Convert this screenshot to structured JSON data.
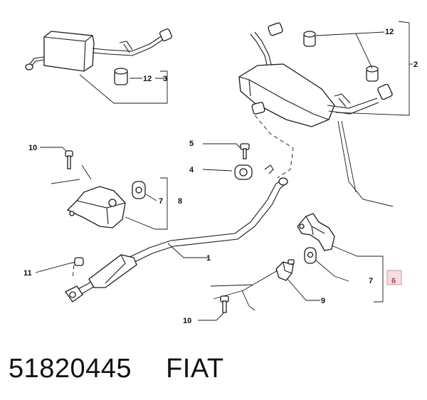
{
  "callouts": {
    "c1": "1",
    "c2": "2",
    "c3": "3",
    "c4": "4",
    "c5": "5",
    "c6": "6",
    "c7a": "7",
    "c7b": "7",
    "c8": "8",
    "c9": "9",
    "c10a": "10",
    "c10b": "10",
    "c11": "11",
    "c12a": "12",
    "c12b": "12"
  },
  "caption": {
    "part_number": "51820445",
    "brand": "FIAT"
  },
  "colors": {
    "highlight_box": "#f6dde1",
    "highlight_border": "#d9909c",
    "highlight_text": "#c23a4e",
    "line": "#1a1a1a"
  }
}
